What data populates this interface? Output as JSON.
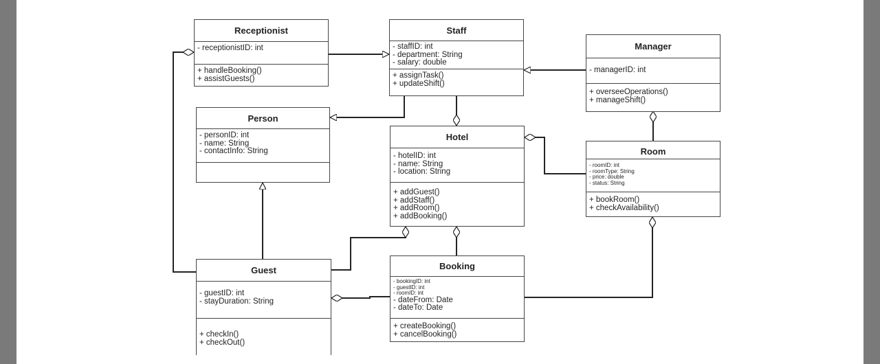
{
  "classes": {
    "receptionist": {
      "name": "Receptionist",
      "attributes": [
        "- receptionistID: int"
      ],
      "methods": [
        "+ handleBooking()",
        "+ assistGuests()"
      ]
    },
    "staff": {
      "name": "Staff",
      "attributes": [
        "- staffID: int",
        "- department: String",
        "- salary: double"
      ],
      "methods": [
        "+ assignTask()",
        "+ updateShift()"
      ]
    },
    "manager": {
      "name": "Manager",
      "attributes": [
        "- managerID: int"
      ],
      "methods": [
        "+ overseeOperations()",
        "+ manageShift()"
      ]
    },
    "person": {
      "name": "Person",
      "attributes": [
        "- personID: int",
        "- name: String",
        "- contactInfo: String"
      ],
      "methods": []
    },
    "hotel": {
      "name": "Hotel",
      "attributes": [
        "- hotelID: int",
        "- name: String",
        "- location: String"
      ],
      "methods": [
        "+ addGuest()",
        "+ addStaff()",
        "+ addRoom()",
        "+ addBooking()"
      ]
    },
    "room": {
      "name": "Room",
      "attributes": [
        "- roomID: int",
        "- roomType: String",
        "- price: double",
        "- status: String"
      ],
      "methods": [
        "+ bookRoom()",
        "+ checkAvailability()"
      ]
    },
    "guest": {
      "name": "Guest",
      "attributes": [
        "- guestID: int",
        "- stayDuration: String"
      ],
      "methods": [
        "+ checkIn()",
        "+ checkOut()"
      ]
    },
    "booking": {
      "name": "Booking",
      "attributes": [
        "- bookingID: int",
        "- guestID: int",
        "- roomID: int",
        "- dateFrom: Date",
        "- dateTo: Date"
      ],
      "methods": [
        "+ createBooking()",
        "+ cancelBooking()"
      ]
    }
  }
}
